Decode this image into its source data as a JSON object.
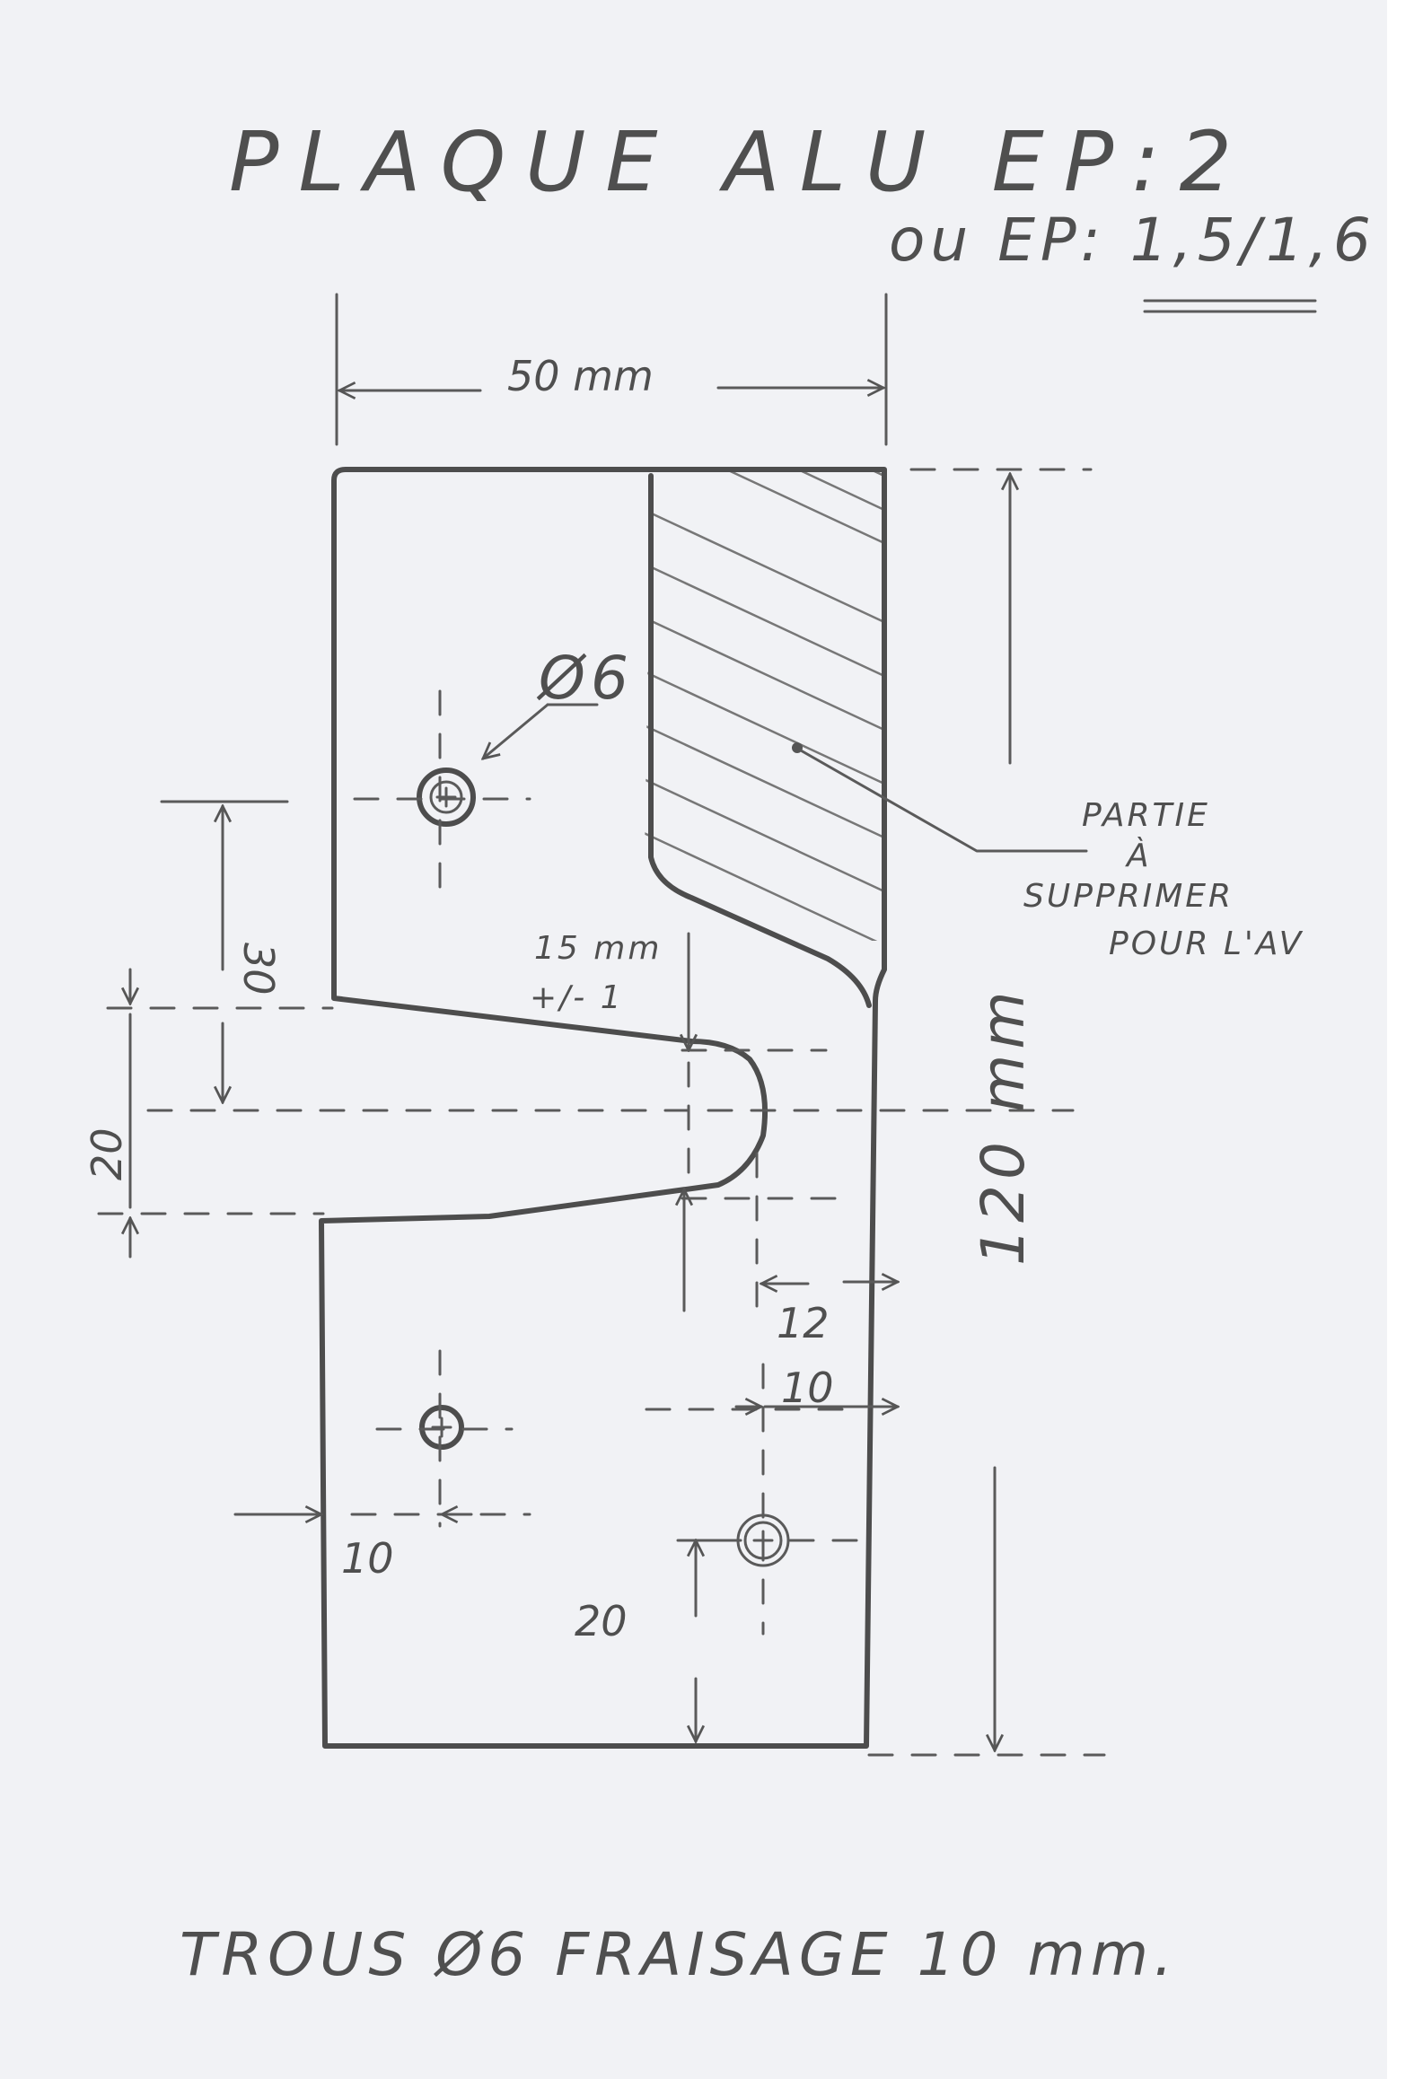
{
  "title": {
    "main": "PLAQUE ALU EP:2",
    "alt": "ou EP: 1,5/1,6"
  },
  "dimensions": {
    "width_total": "50 mm",
    "height_total": "120 mm",
    "hole_spacing_upper": "30",
    "slot_width": "20",
    "slot_depth": "15 mm",
    "slot_tolerance": "+/- 1",
    "slot_end_offset": "12",
    "lower_right_hole_x": "10",
    "lower_left_hole_x": "10",
    "lower_right_hole_y": "20",
    "hole_diameter": "Ø6"
  },
  "note": {
    "line1": "PARTIE",
    "line2": "À",
    "line3": "SUPPRIMER",
    "line4": "POUR L'AV"
  },
  "footer": "TROUS Ø6 FRAISAGE 10 mm."
}
